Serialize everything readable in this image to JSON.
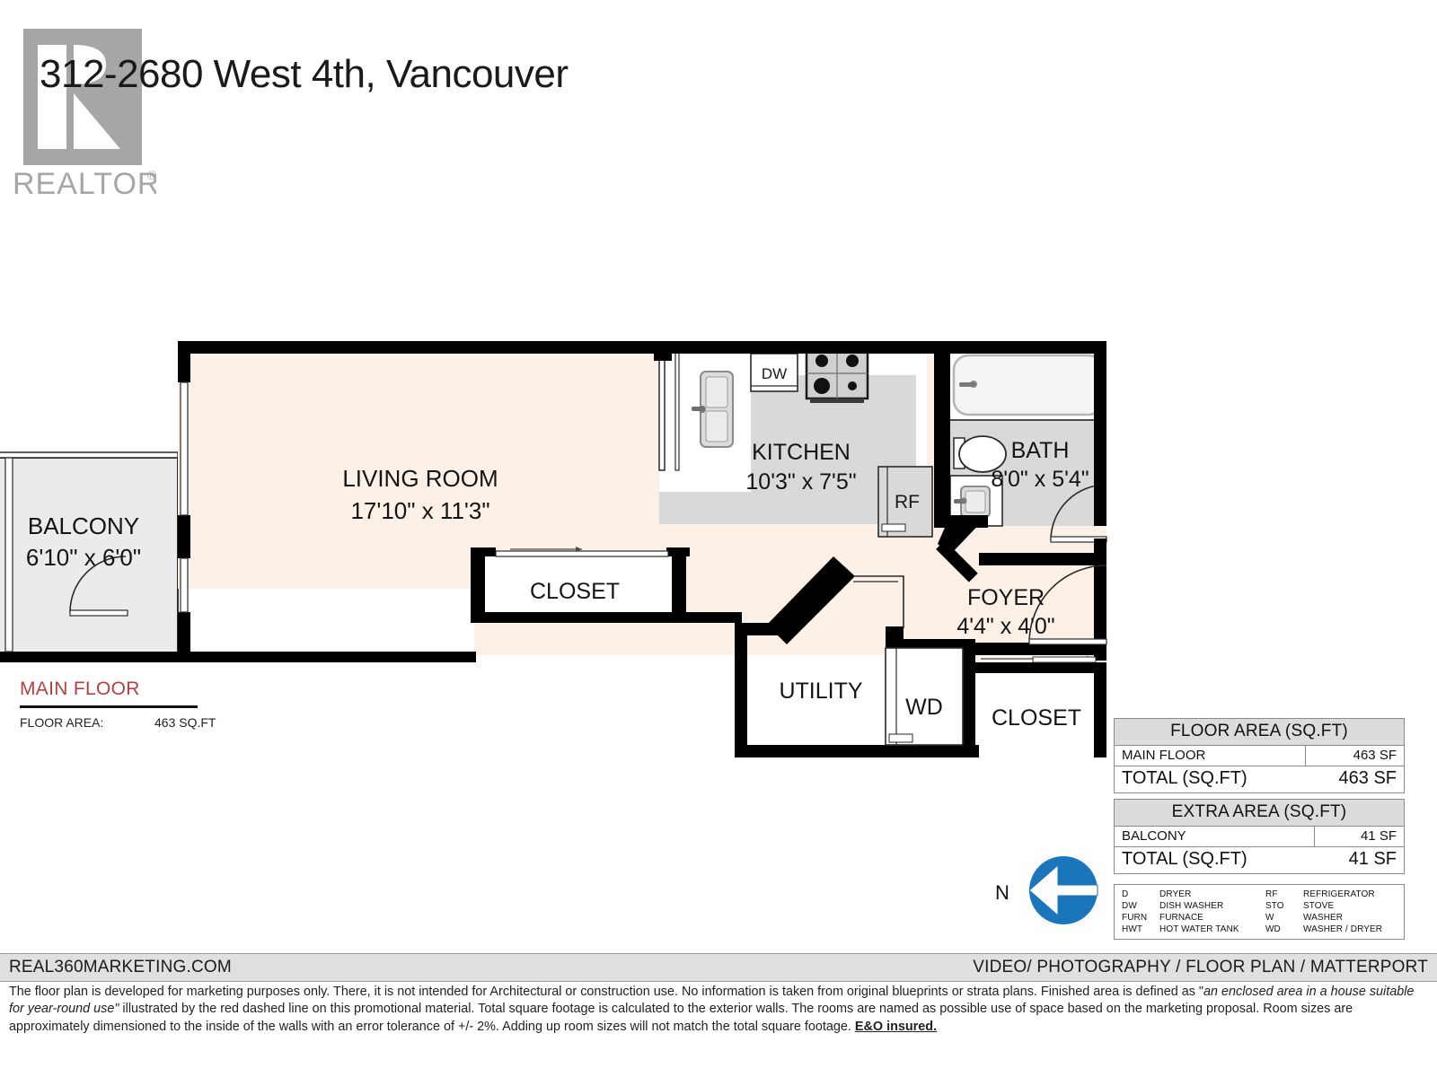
{
  "header": {
    "title": "312-2680 West 4th, Vancouver",
    "logo_text": "REALTOR",
    "logo_mark": "R"
  },
  "rooms": [
    {
      "name": "BALCONY",
      "dims": "6'10\" x 6'0\""
    },
    {
      "name": "LIVING ROOM",
      "dims": "17'10\" x 11'3\""
    },
    {
      "name": "KITCHEN",
      "dims": "10'3\" x 7'5\""
    },
    {
      "name": "BATH",
      "dims": "8'0\" x 5'4\""
    },
    {
      "name": "FOYER",
      "dims": "4'4\" x 4'0\""
    },
    {
      "name": "CLOSET",
      "dims": ""
    },
    {
      "name": "UTILITY",
      "dims": ""
    },
    {
      "name": "CLOSET",
      "dims": ""
    }
  ],
  "fixtures": {
    "dishwasher": "DW",
    "refrigerator": "RF",
    "washer_dryer": "WD"
  },
  "main_floor": {
    "label": "MAIN FLOOR",
    "area_key": "FLOOR AREA:",
    "area_value": "463 SQ.FT"
  },
  "floor_area_table": {
    "header": "FLOOR AREA (SQ.FT)",
    "rows": [
      {
        "label": "MAIN FLOOR",
        "value": "463 SF"
      }
    ],
    "total_label": "TOTAL (SQ.FT)",
    "total_value": "463 SF"
  },
  "extra_area_table": {
    "header": "EXTRA AREA (SQ.FT)",
    "rows": [
      {
        "label": "BALCONY",
        "value": "41 SF"
      }
    ],
    "total_label": "TOTAL (SQ.FT)",
    "total_value": "41 SF"
  },
  "legend": {
    "rows": [
      {
        "abbr": "D",
        "full": "DRYER",
        "abbr2": "RF",
        "full2": "REFRIGERATOR"
      },
      {
        "abbr": "DW",
        "full": "DISH WASHER",
        "abbr2": "STO",
        "full2": "STOVE"
      },
      {
        "abbr": "FURN",
        "full": "FURNACE",
        "abbr2": "W",
        "full2": "WASHER"
      },
      {
        "abbr": "HWT",
        "full": "HOT WATER TANK",
        "abbr2": "WD",
        "full2": "WASHER / DRYER"
      }
    ]
  },
  "compass": {
    "label": "N"
  },
  "footer": {
    "site": "REAL360MARKETING.COM",
    "services": "VIDEO/ PHOTOGRAPHY / FLOOR PLAN / MATTERPORT",
    "disclaimer_part1": "The floor plan is developed for marketing purposes only. There, it is not intended for Architectural or construction use. No information is  taken from original blueprints or strata plans. Finished area is defined as  \"",
    "disclaimer_italic": "an enclosed area in a house suitable for year-round use\"",
    "disclaimer_part2": " illustrated by the red dashed line on this promotional material. Total square footage is calculated to the exterior walls. The rooms are named as possible use of space based on the marketing proposal. Room sizes are approximately dimensioned to the inside of the walls with an error tolerance of +/- 2%. Adding up room sizes will not match the total square footage. ",
    "disclaimer_bold": "E&O insured."
  },
  "colors": {
    "interior_fill": "#fdf0e6",
    "gray_fill": "#d9d9d9",
    "balcony_fill": "#ebebeb",
    "wall": "#000000",
    "accent_red": "#b4413f",
    "compass_blue": "#1b75bb",
    "table_header": "#dcdcdc"
  }
}
